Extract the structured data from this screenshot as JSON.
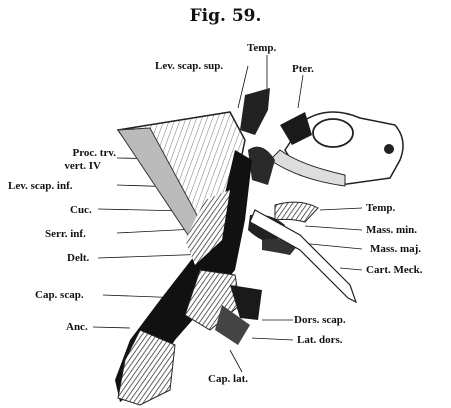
{
  "title": "Fig. 59.",
  "labels": {
    "temp_top": "Temp.",
    "lev_scap_sup": "Lev. scap. sup.",
    "pter": "Pter.",
    "proc_trv": "Proc. trv.",
    "vert_iv": "vert. IV",
    "lev_scap_inf": "Lev. scap. inf.",
    "cuc": "Cuc.",
    "serr_inf": "Serr. inf.",
    "delt": "Delt.",
    "cap_scap": "Cap. scap.",
    "anc": "Anc.",
    "temp_right": "Temp.",
    "mass_min": "Mass. min.",
    "mass_maj": "Mass. maj.",
    "cart_meck": "Cart. Meck.",
    "dors_scap": "Dors. scap.",
    "lat_dors": "Lat. dors.",
    "cap_lat": "Cap. lat."
  }
}
